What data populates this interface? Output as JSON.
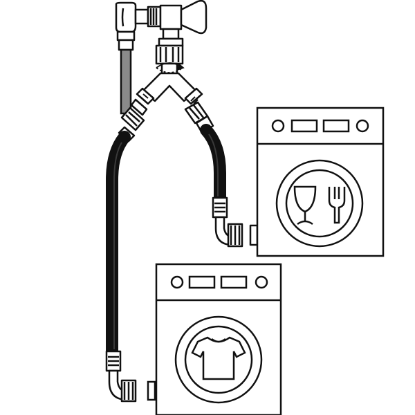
{
  "diagram": {
    "colors": {
      "background": "#ffffff",
      "line": "#111111",
      "hose": "#0d0d0d",
      "hose_highlight": "#3a3a3a",
      "grey_pipe": "#8a8a8a",
      "appliance_fill": "#ffffff"
    },
    "components": [
      {
        "id": "wall-valve",
        "icon": "tap-valve-icon"
      },
      {
        "id": "y-splitter",
        "icon": "y-splitter-icon"
      },
      {
        "id": "rotation-indicator",
        "icon": "rotate-arrow-icon"
      },
      {
        "id": "dishwasher",
        "icon": "glass-and-fork-icon"
      },
      {
        "id": "washing-machine",
        "icon": "shirt-icon"
      }
    ]
  }
}
